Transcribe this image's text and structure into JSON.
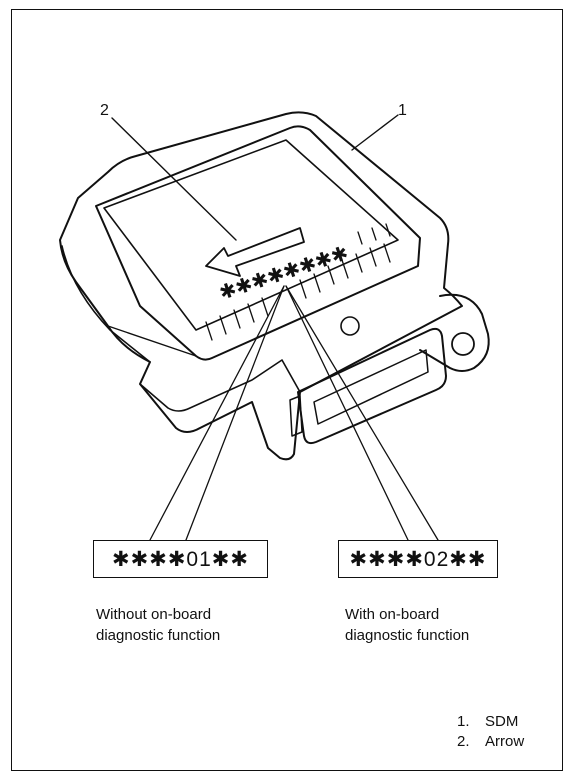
{
  "callouts": {
    "sdm_number": "1",
    "arrow_number": "2"
  },
  "label_stars": "✱✱✱✱✱✱✱✱",
  "codes": {
    "without": "✱✱✱✱01✱✱",
    "with": "✱✱✱✱02✱✱"
  },
  "captions": {
    "without_line1": "Without on-board",
    "without_line2": "diagnostic function",
    "with_line1": "With on-board",
    "with_line2": "diagnostic function"
  },
  "legend": [
    {
      "num": "1.",
      "text": "SDM"
    },
    {
      "num": "2.",
      "text": "Arrow"
    }
  ]
}
